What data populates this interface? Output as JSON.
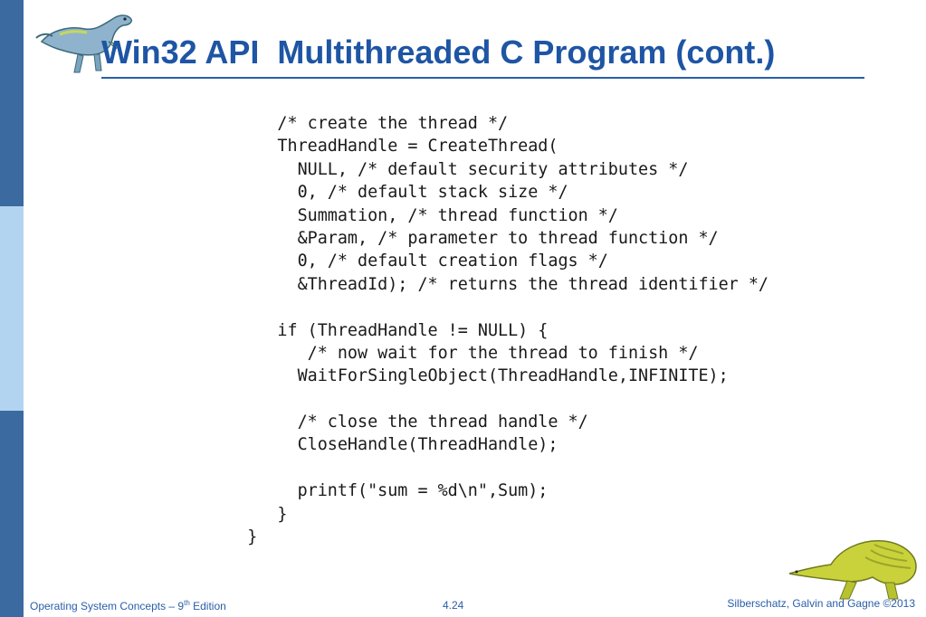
{
  "slide": {
    "title": "Win32 API  Multithreaded C Program (cont.)"
  },
  "code_lines": [
    "      /* create the thread */",
    "      ThreadHandle = CreateThread(",
    "        NULL, /* default security attributes */",
    "        0, /* default stack size */",
    "        Summation, /* thread function */",
    "        &Param, /* parameter to thread function */",
    "        0, /* default creation flags */",
    "        &ThreadId); /* returns the thread identifier */",
    "",
    "      if (ThreadHandle != NULL) {",
    "         /* now wait for the thread to finish */",
    "        WaitForSingleObject(ThreadHandle,INFINITE);",
    "",
    "        /* close the thread handle */",
    "        CloseHandle(ThreadHandle);",
    "",
    "        printf(\"sum = %d\\n\",Sum);",
    "      }",
    "   }"
  ],
  "footer": {
    "book_prefix": "Operating System Concepts – 9",
    "book_sup": "th",
    "book_suffix": " Edition",
    "page_number": "4.24",
    "copyright": "Silberschatz, Galvin and Gagne ©2013"
  },
  "colors": {
    "title": "#1e55a4",
    "sidebar_dark": "#3a6aa0",
    "sidebar_light": "#b3d4f0",
    "footer_text": "#2a5ea8"
  },
  "icons": {
    "top_left": "dinosaur-logo-icon",
    "bottom_right": "dinosaur-illustration-icon"
  }
}
